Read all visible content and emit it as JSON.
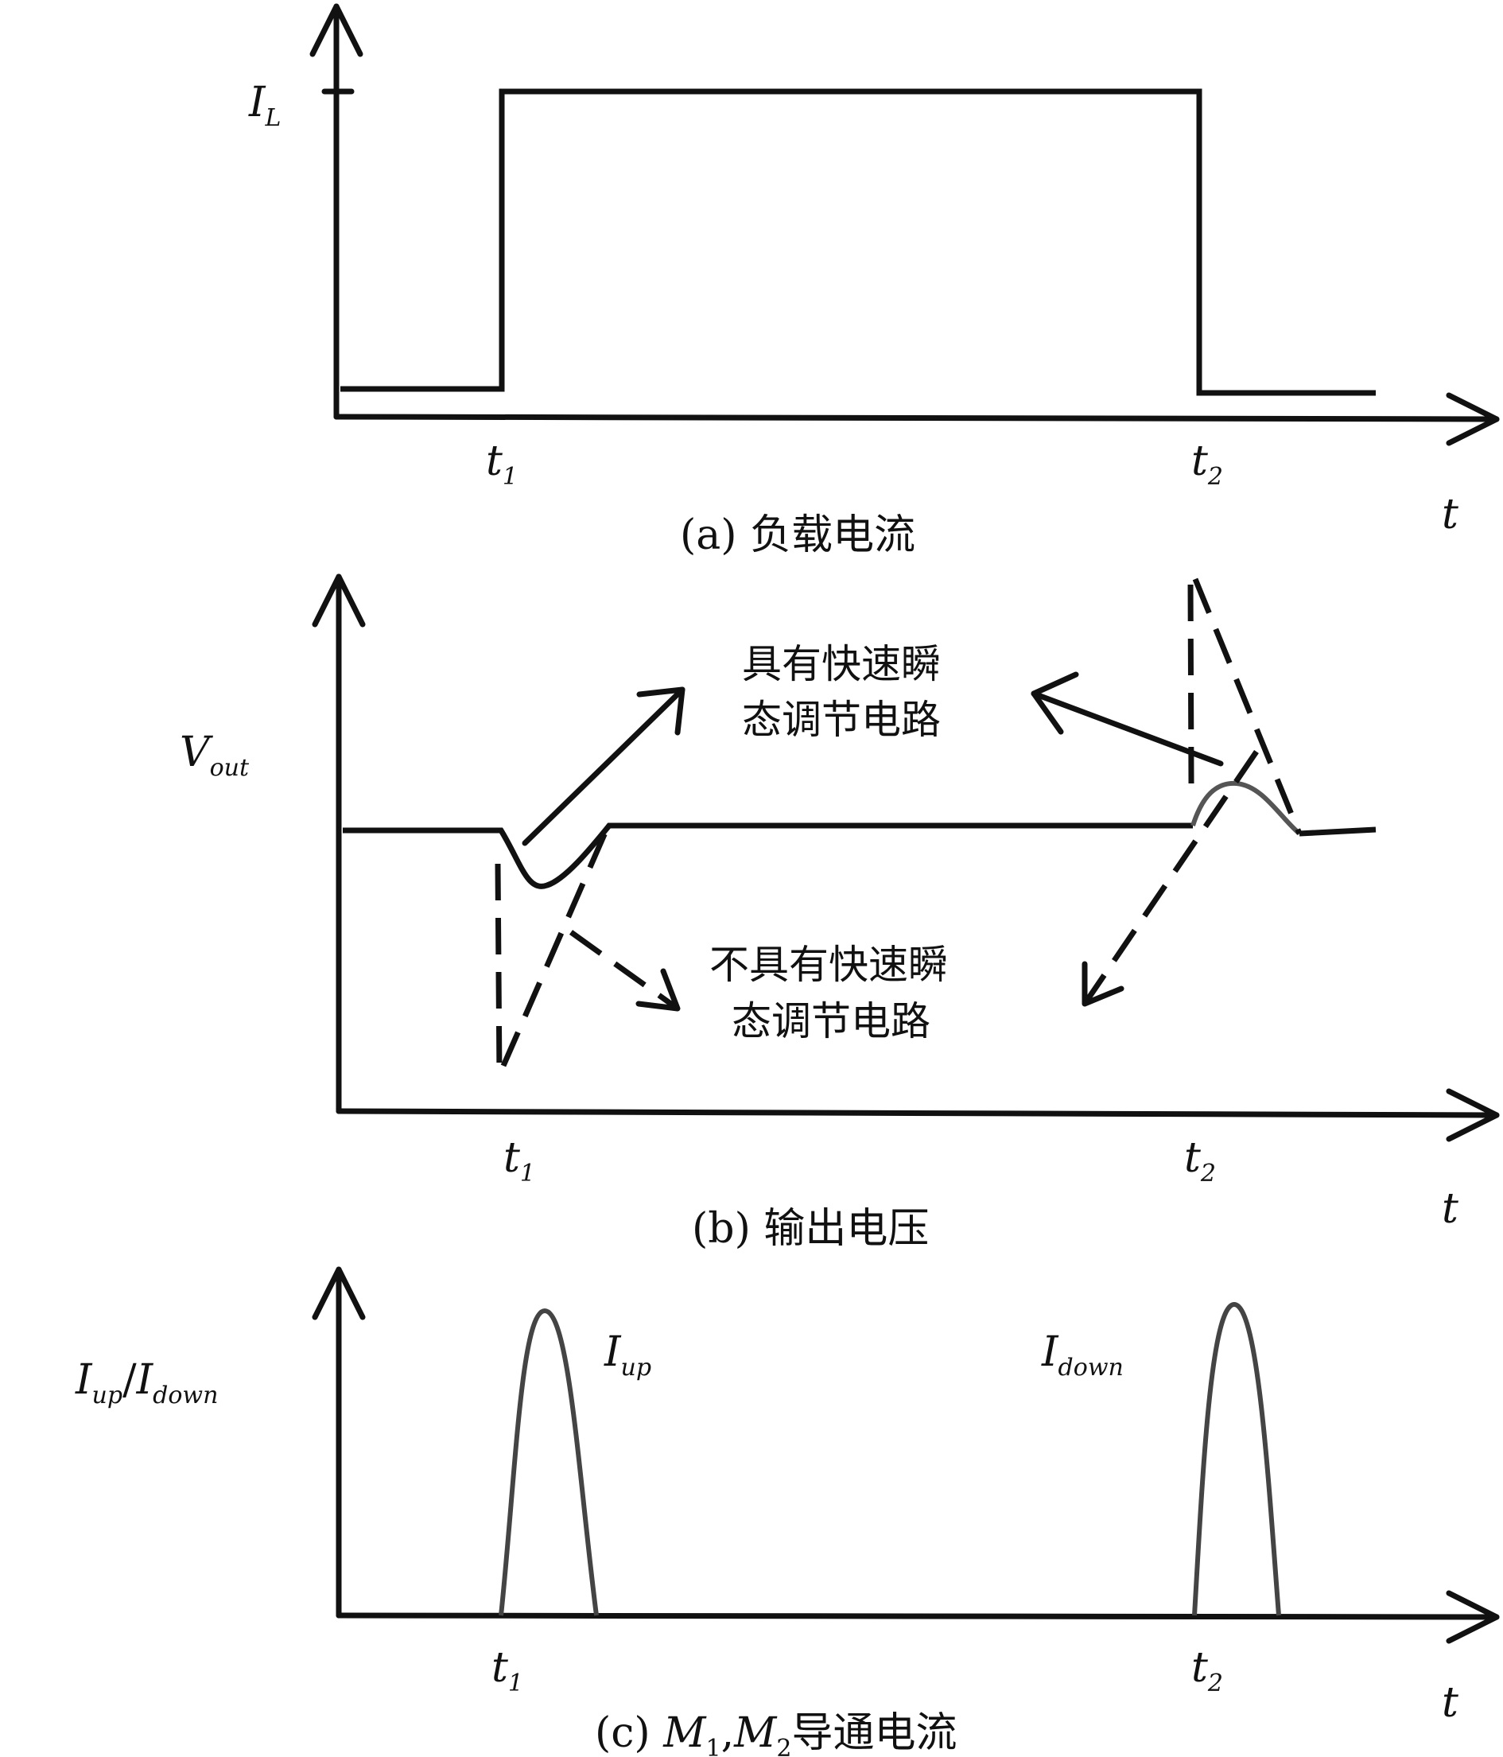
{
  "panel_a": {
    "y_label": "I",
    "y_label_sub": "L",
    "t1": "t",
    "t1_sub": "1",
    "t2": "t",
    "t2_sub": "2",
    "x_label": "t",
    "caption": "(a) 负载电流"
  },
  "panel_b": {
    "y_label": "V",
    "y_label_sub": "out",
    "t1": "t",
    "t1_sub": "1",
    "t2": "t",
    "t2_sub": "2",
    "x_label": "t",
    "note_fast_line1": "具有快速瞬",
    "note_fast_line2": "态调节电路",
    "note_slow_line1": "不具有快速瞬",
    "note_slow_line2": "态调节电路",
    "caption": "(b) 输出电压"
  },
  "panel_c": {
    "y_label_1": "I",
    "y_label_1_sub": "up",
    "y_label_sep": "/",
    "y_label_2": "I",
    "y_label_2_sub": "down",
    "pulse_up": "I",
    "pulse_up_sub": "up",
    "pulse_down": "I",
    "pulse_down_sub": "down",
    "t1": "t",
    "t1_sub": "1",
    "t2": "t",
    "t2_sub": "2",
    "x_label": "t",
    "caption_prefix": "(c) ",
    "caption_m1": "M",
    "caption_m1_sub": "1",
    "caption_comma": ",",
    "caption_m2": "M",
    "caption_m2_sub": "2",
    "caption_suffix": "导通电流"
  },
  "colors": {
    "line": "#111111",
    "soft_line": "#555555",
    "background": "#ffffff"
  }
}
